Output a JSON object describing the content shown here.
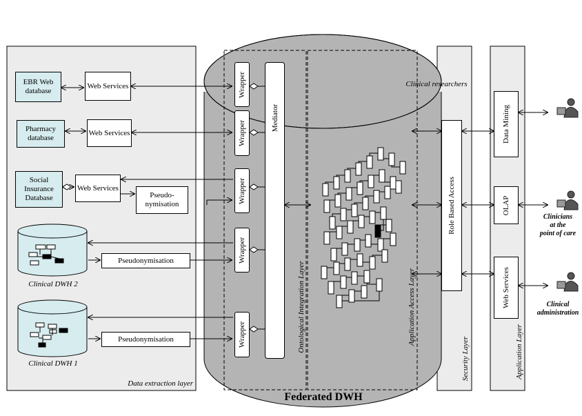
{
  "sources": {
    "ebr": "EBR Web database",
    "pharmacy": "Pharmacy database",
    "social": "Social Insurance Database",
    "web_services": "Web Services",
    "pseudo_1": "Pseudo-",
    "pseudo_2": "nymisation",
    "pseudonymisation": "Pseudonymisation",
    "clinical_dwh_2": "Clinical DWH 2",
    "clinical_dwh_1": "Clinical DWH 1"
  },
  "layers": {
    "data_extraction": "Data extraction layer",
    "ontological_integration": "Ontological Integration Layer",
    "application_access": "Application Access Layer",
    "security": "Security Layer",
    "application": "Application Layer"
  },
  "dwh": {
    "title": "Federated DWH",
    "wrapper": "Wrapper",
    "mediator": "Mediator",
    "clinical_researchers": "Clinical researchers"
  },
  "security": {
    "role_based_access": "Role Based Access"
  },
  "apps": {
    "data_mining": "Data Mining",
    "olap": "OLAP",
    "web_services": "Web Services"
  },
  "users": {
    "clinicians_1": "Clinicians",
    "clinicians_2": "at the",
    "clinicians_3": "point of care",
    "admin_1": "Clinical",
    "admin_2": "administration"
  }
}
